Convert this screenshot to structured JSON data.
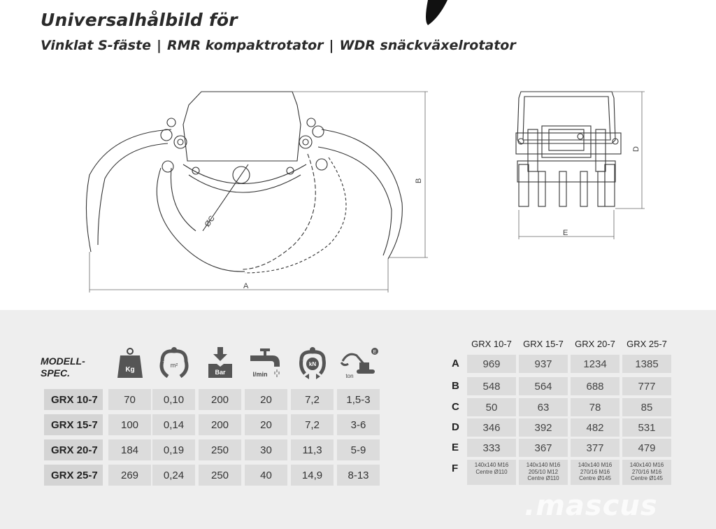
{
  "header": {
    "title": "Universalhålbild för",
    "subtitle_parts": [
      "Vinklat S-fäste",
      "RMR kompaktrotator",
      "WDR snäckväxelrotator"
    ],
    "separator": "|"
  },
  "drawing_labels": {
    "a": "A",
    "b": "B",
    "c": "ØC",
    "d": "D",
    "e": "E"
  },
  "spec_table": {
    "heading": "MODELL-\nSPEC.",
    "icons": [
      {
        "name": "weight-icon",
        "label": "Kg"
      },
      {
        "name": "opening-icon",
        "label": "m²"
      },
      {
        "name": "pressure-icon",
        "label": "Bar"
      },
      {
        "name": "flow-icon",
        "label": "l/min"
      },
      {
        "name": "force-icon",
        "label": "kN"
      },
      {
        "name": "excavator-icon",
        "label": "ton"
      }
    ],
    "rows": [
      {
        "model": "GRX 10-7",
        "values": [
          "70",
          "0,10",
          "200",
          "20",
          "7,2",
          "1,5-3"
        ]
      },
      {
        "model": "GRX 15-7",
        "values": [
          "100",
          "0,14",
          "200",
          "20",
          "7,2",
          "3-6"
        ]
      },
      {
        "model": "GRX 20-7",
        "values": [
          "184",
          "0,19",
          "250",
          "30",
          "11,3",
          "5-9"
        ]
      },
      {
        "model": "GRX 25-7",
        "values": [
          "269",
          "0,24",
          "250",
          "40",
          "14,9",
          "8-13"
        ]
      }
    ]
  },
  "dims_table": {
    "columns": [
      "GRX 10-7",
      "GRX 15-7",
      "GRX 20-7",
      "GRX 25-7"
    ],
    "rows": [
      {
        "letter": "A",
        "values": [
          "969",
          "937",
          "1234",
          "1385"
        ]
      },
      {
        "letter": "B",
        "values": [
          "548",
          "564",
          "688",
          "777"
        ]
      },
      {
        "letter": "C",
        "values": [
          "50",
          "63",
          "78",
          "85"
        ]
      },
      {
        "letter": "D",
        "values": [
          "346",
          "392",
          "482",
          "531"
        ]
      },
      {
        "letter": "E",
        "values": [
          "333",
          "367",
          "377",
          "479"
        ]
      },
      {
        "letter": "F",
        "values": [
          "140x140 M16\nCentre Ø110",
          "140x140 M16\n205/10 M12\nCentre Ø110",
          "140x140 M16\n270/16 M16\nCentre Ø145",
          "140x140 M16\n270/16 M16\nCentre Ø145"
        ]
      }
    ]
  },
  "watermark": ".mascus"
}
